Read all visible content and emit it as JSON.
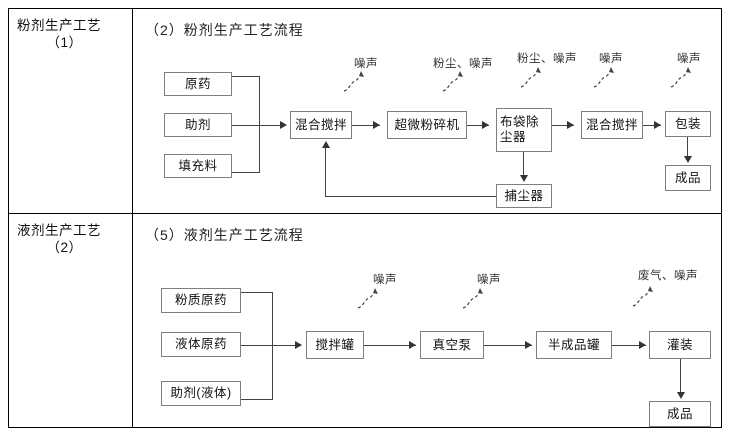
{
  "table": {
    "rows": [
      {
        "category_name": "粉剂生产工艺",
        "category_index": "（1）",
        "title": "（2）粉剂生产工艺流程",
        "inputs": [
          "原药",
          "助剂",
          "填充料"
        ],
        "process": [
          "混合搅拌",
          "超微粉碎机",
          "布袋除尘器",
          "混合搅拌",
          "包装"
        ],
        "process_box3_line1": "布袋除",
        "process_box3_line2": "尘器",
        "output": "成品",
        "auxiliary": "捕尘器",
        "pollutants": [
          "噪声",
          "粉尘、噪声",
          "粉尘、噪声",
          "噪声",
          "噪声"
        ]
      },
      {
        "category_name": "液剂生产工艺",
        "category_index": "（2）",
        "title": "（5）液剂生产工艺流程",
        "inputs": [
          "粉质原药",
          "液体原药",
          "助剂(液体)"
        ],
        "process": [
          "搅拌罐",
          "真空泵",
          "半成品罐",
          "灌装"
        ],
        "output": "成品",
        "pollutants": [
          "噪声",
          "噪声",
          "废气、噪声"
        ]
      }
    ]
  },
  "colors": {
    "border": "#000000",
    "node_border": "#7f7f7f",
    "line": "#333333",
    "text": "#111111"
  }
}
